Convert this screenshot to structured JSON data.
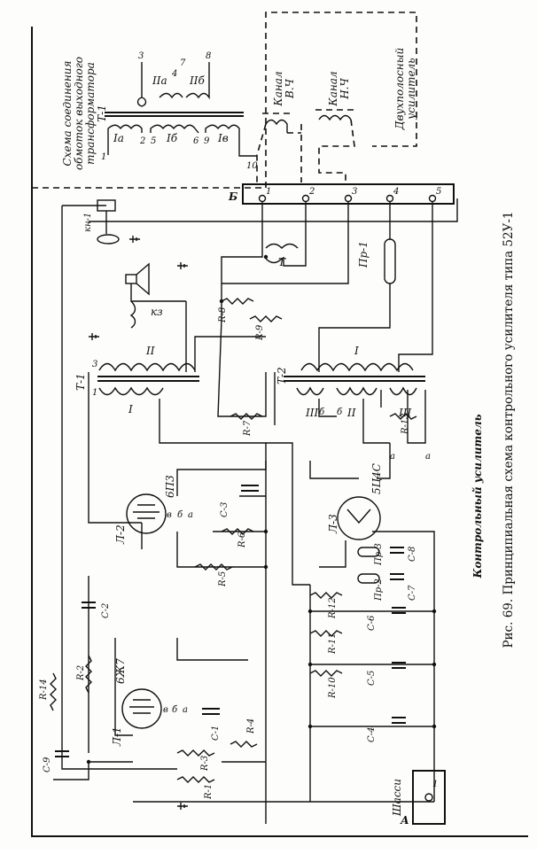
{
  "caption": "Рис. 69. Принципиальная схема контрольного усилителя типа 52У-1",
  "panel_title": "Контрольный усилитель",
  "inset": {
    "title_lines": [
      "Схема соединения",
      "обмоток выходного",
      "трансформатора",
      "Т-1"
    ],
    "windings": [
      "Iа",
      "Iб",
      "Iв",
      "IIа",
      "IIб"
    ],
    "pins": [
      "1",
      "2",
      "5",
      "6",
      "9",
      "10",
      "3",
      "4",
      "7",
      "8"
    ],
    "channel_hf": [
      "Канал",
      "В.Ч"
    ],
    "channel_lf": [
      "Канал",
      "Н.Ч"
    ],
    "dual_band": [
      "Двухполосный",
      "усилитель"
    ]
  },
  "blocks": {
    "A": "А",
    "B": "Б"
  },
  "terminals": [
    "1",
    "2",
    "3",
    "4",
    "5"
  ],
  "chassis": "Шасси",
  "tubes": [
    {
      "ref": "Л-1",
      "type": "6Ж7"
    },
    {
      "ref": "Л-2",
      "type": "6П3"
    },
    {
      "ref": "Л-3",
      "type": "5Ц4С"
    }
  ],
  "transformers": [
    {
      "ref": "Т-1",
      "primary": "I",
      "secondary": "II"
    },
    {
      "ref": "Т-2",
      "windings": [
        "I",
        "II",
        "III",
        "III"
      ]
    },
    {
      "ref": "Т"
    }
  ],
  "resistors": [
    "R-1",
    "R-2",
    "R-3",
    "R-4",
    "R-5",
    "R-6",
    "R-7",
    "R-8",
    "R-9",
    "R-10",
    "R-11",
    "R-12",
    "R-13",
    "R-14"
  ],
  "capacitors": [
    "С-1",
    "С-2",
    "С-3",
    "С-4",
    "С-5",
    "С-6",
    "С-7",
    "С-8",
    "С-9"
  ],
  "fuses": [
    "Пр-1",
    "Пр-2",
    "Пр-3"
  ],
  "switch": "кн-1",
  "speaker": "кз",
  "pin_letters": [
    "а",
    "б",
    "в"
  ]
}
